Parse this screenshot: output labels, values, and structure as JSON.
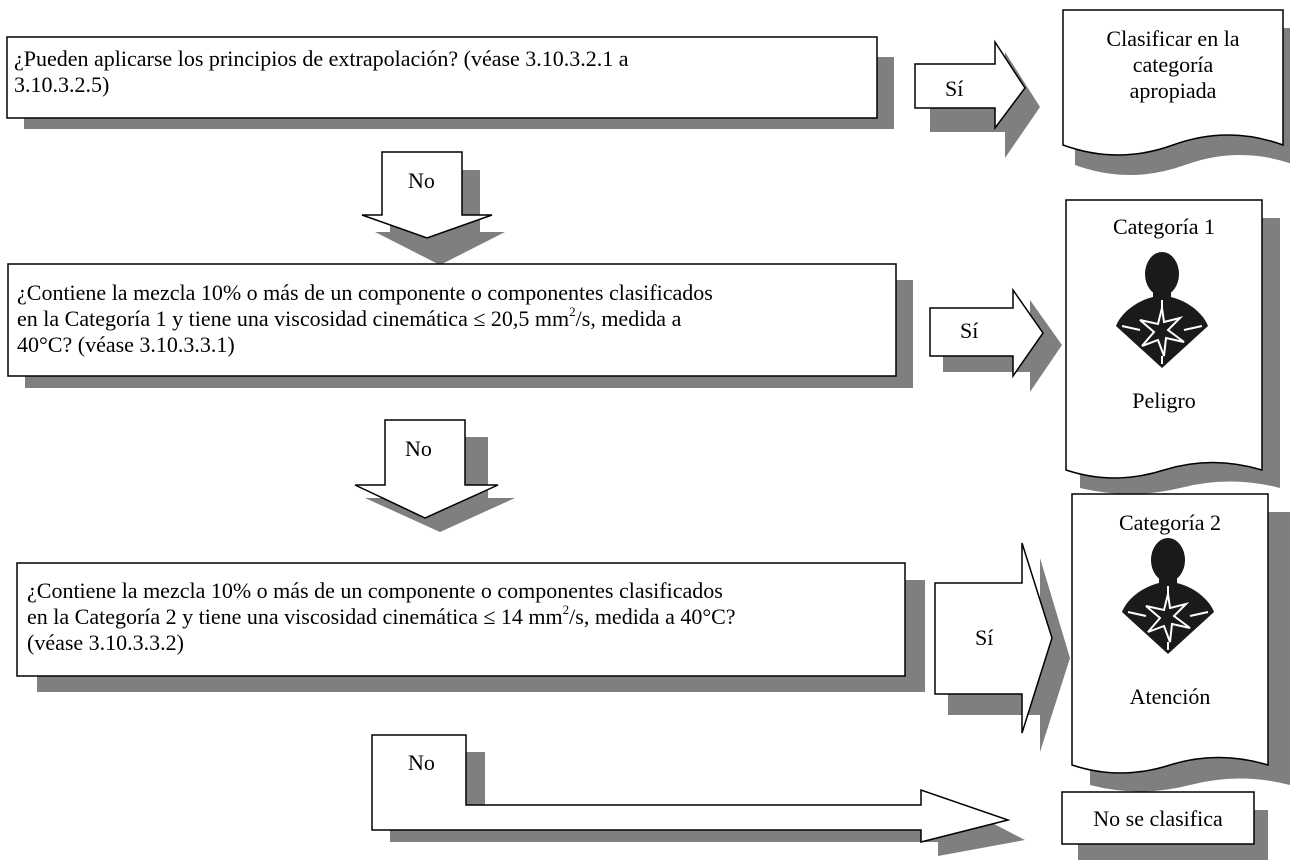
{
  "q1": {
    "line1": "¿Pueden aplicarse los principios de extrapolación? (véase 3.10.3.2.1 a",
    "line2": "3.10.3.2.5)"
  },
  "q2": {
    "line1": "¿Contiene la mezcla 10% o más de un componente o componentes clasificados",
    "line2_a": "en la Categoría 1 y tiene una viscosidad cinemática ≤ 20,5  mm",
    "line2_sup": "2",
    "line2_b": "/s, medida a",
    "line3": "40°C? (véase 3.10.3.3.1)"
  },
  "q3": {
    "line1": "¿Contiene la mezcla 10% o más de un componente o componentes clasificados",
    "line2_a": "en la Categoría 2 y tiene una viscosidad cinemática ≤ 14 mm",
    "line2_sup": "2",
    "line2_b": "/s, medida a 40°C?",
    "line3": "(véase 3.10.3.3.2)"
  },
  "arrows": {
    "yes1": "Sí",
    "yes2": "Sí",
    "yes3": "Sí",
    "no1": "No",
    "no2": "No",
    "no3": "No"
  },
  "results": {
    "r1_line1": "Clasificar en la",
    "r1_line2": "categoría",
    "r1_line3": "apropiada",
    "cat1_title": "Categoría 1",
    "cat1_signal": "Peligro",
    "cat1_icon": "health-hazard-icon",
    "cat2_title": "Categoría 2",
    "cat2_signal": "Atención",
    "cat2_icon": "health-hazard-icon",
    "not_classified": "No se clasifica"
  },
  "colors": {
    "shadow": "#7f7f7f",
    "stroke": "#000000",
    "fill": "#ffffff"
  }
}
